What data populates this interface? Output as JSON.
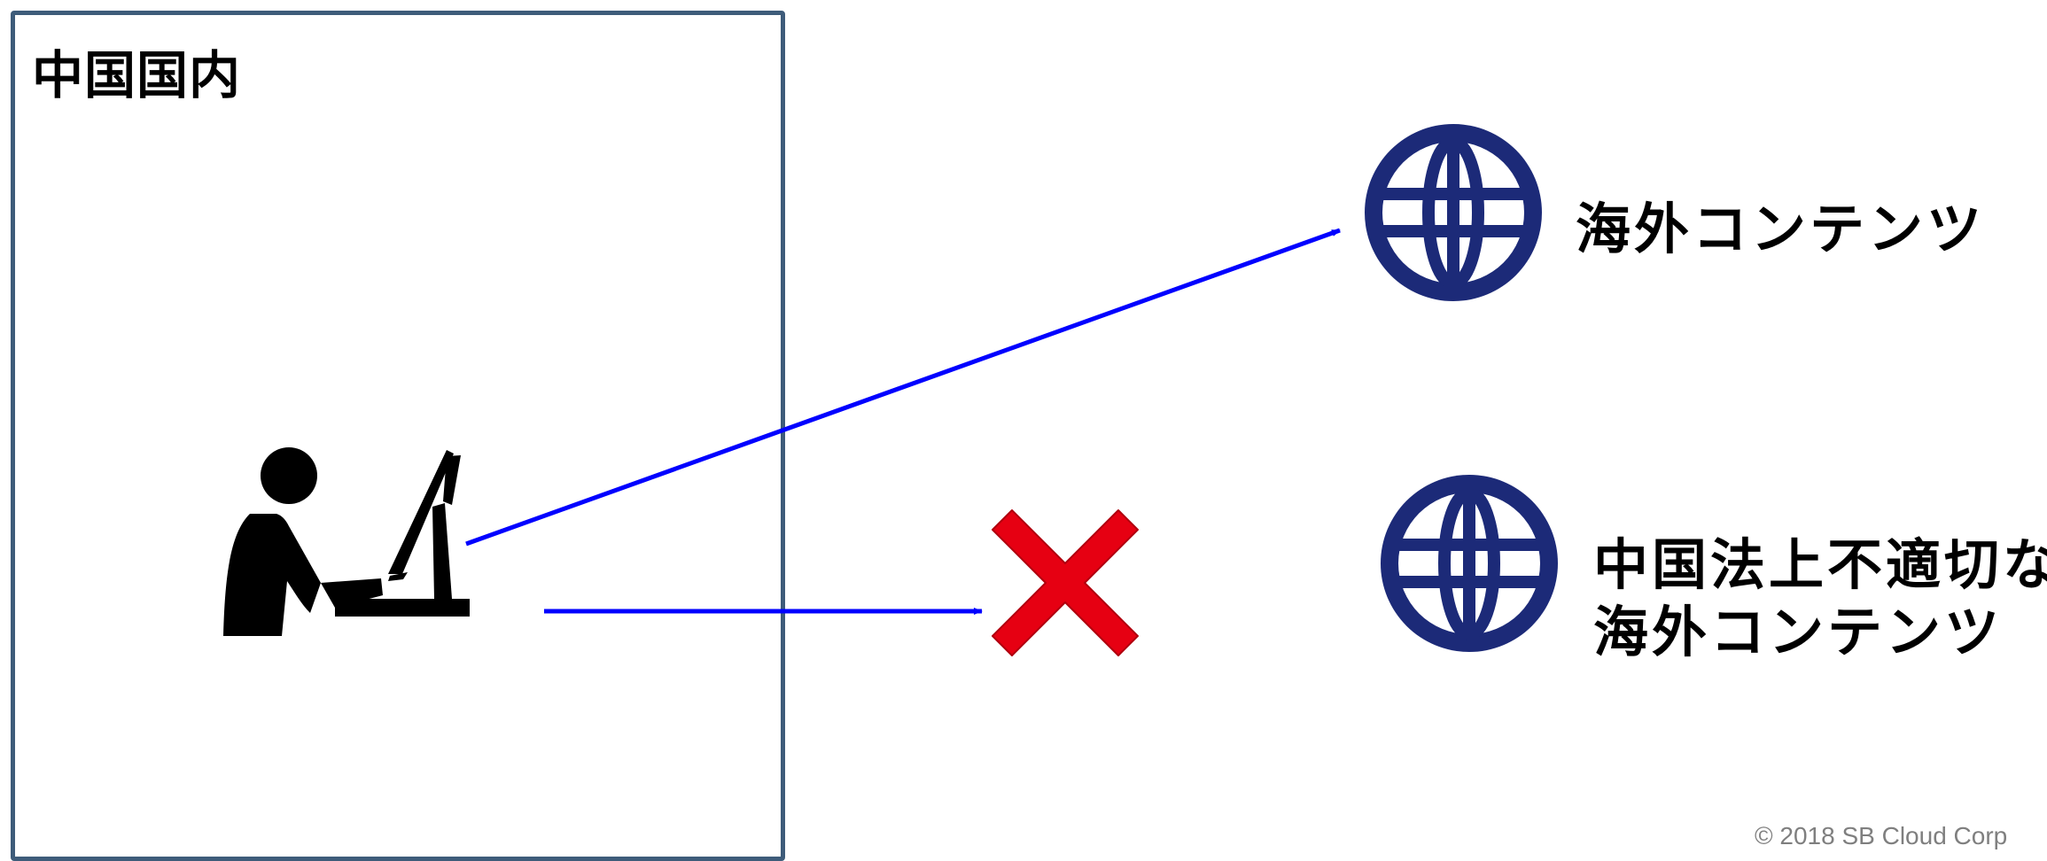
{
  "region": {
    "label": "中国国内"
  },
  "destinations": [
    {
      "icon": "globe-icon",
      "label_lines": [
        "海外コンテンツ"
      ],
      "reachable": true
    },
    {
      "icon": "globe-icon",
      "label_lines": [
        "中国法上不適切な",
        "海外コンテンツ"
      ],
      "reachable": false
    }
  ],
  "user": {
    "icon": "person-at-computer-icon"
  },
  "blocked": {
    "icon": "blocked-x-icon"
  },
  "footer": {
    "copyright": "© 2018 SB Cloud Corp"
  },
  "colors": {
    "region_border": "#3e5c7a",
    "arrow": "#0000ff",
    "globe": "#1c2a78",
    "blocked_x": "#e60012"
  }
}
